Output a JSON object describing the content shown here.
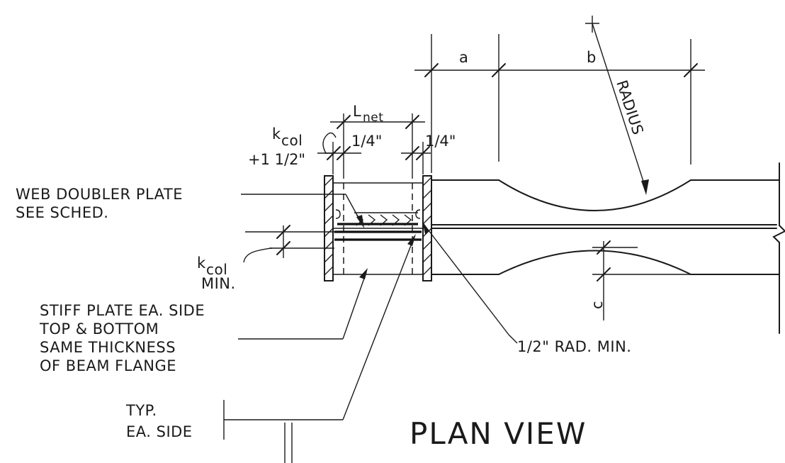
{
  "labels": {
    "web_doubler_line1": "WEB DOUBLER PLATE",
    "web_doubler_line2": "SEE SCHED.",
    "kcol_k_top": "k",
    "kcol_sub_top": "col",
    "kcol_plus": "+1 1/2\"",
    "l_net_L": "L",
    "l_net_sub": "net",
    "quarter_left": "1/4\"",
    "quarter_right": "1/4\"",
    "dim_a": "a",
    "dim_b": "b",
    "dim_c": "c",
    "radius": "RADIUS",
    "kcol_k_bot": "k",
    "kcol_sub_bot": "col",
    "kcol_min": "MIN.",
    "stiff_line1": "STIFF PLATE EA. SIDE",
    "stiff_line2": "TOP & BOTTOM",
    "stiff_line3": "SAME THICKNESS",
    "stiff_line4": "OF BEAM FLANGE",
    "half_rad": "1/2\" RAD. MIN.",
    "typ_line1": "TYP.",
    "typ_line2": "EA. SIDE",
    "title": "PLAN VIEW"
  },
  "colors": {
    "ink": "#1a1a1a",
    "paper": "#ffffff"
  }
}
